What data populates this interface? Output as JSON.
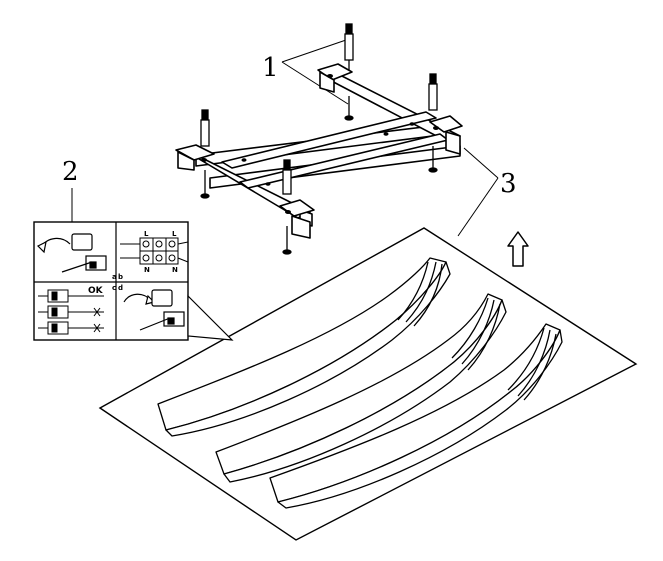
{
  "callouts": {
    "c1": "1",
    "c2": "2",
    "c3": "3"
  },
  "wiring_detail": {
    "terminal_labels_top": [
      "L",
      "L"
    ],
    "terminal_labels_bottom": [
      "N",
      "N"
    ],
    "connector_labels": [
      "a",
      "b",
      "c",
      "d"
    ],
    "ok_label": "OK"
  },
  "colors": {
    "line": "#000000",
    "background": "#ffffff"
  }
}
